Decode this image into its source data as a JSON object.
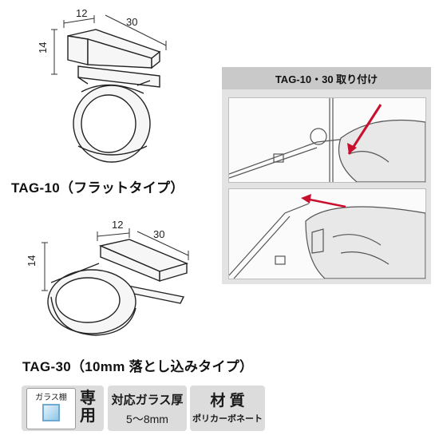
{
  "tag10": {
    "title": "TAG-10（フラットタイプ）",
    "dim_width": "12",
    "dim_length": "30",
    "dim_height": "14"
  },
  "tag30": {
    "title": "TAG-30（10mm 落とし込みタイプ）",
    "dim_width": "12",
    "dim_length": "30",
    "dim_height": "14"
  },
  "installation": {
    "header": "TAG-10・30 取り付け"
  },
  "badges": {
    "glass_shelf_small": "ガラス棚",
    "glass_shelf_big": "専用",
    "thickness_title": "対応ガラス厚",
    "thickness_value": "5〜8mm",
    "material_title": "材 質",
    "material_value": "ポリカーボネート"
  },
  "colors": {
    "arrow_red": "#c8102e",
    "glass_icon_blue": "#8fc6e8"
  }
}
